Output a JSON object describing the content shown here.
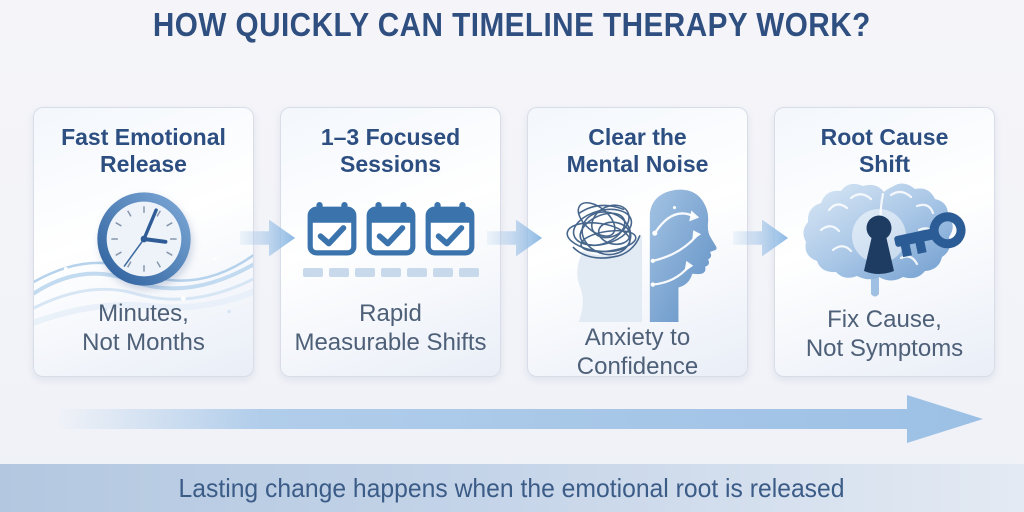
{
  "title": "HOW QUICKLY CAN TIMELINE THERAPY WORK?",
  "cards": [
    {
      "heading": "Fast Emotional\nRelease",
      "caption": "Minutes,\nNot Months",
      "icon": "clock-icon"
    },
    {
      "heading": "1–3 Focused\nSessions",
      "caption": "Rapid\nMeasurable Shifts",
      "icon": "calendar-check-icons"
    },
    {
      "heading": "Clear the\nMental Noise",
      "caption": "Anxiety to\nConfidence",
      "icon": "mind-clutter-to-clarity-icon"
    },
    {
      "heading": "Root Cause\nShift",
      "caption": "Fix Cause,\nNot Symptoms",
      "icon": "brain-key-icon"
    }
  ],
  "footer": {
    "text": "Lasting change happens when the emotional root is released"
  },
  "colors": {
    "background": "#f3f4f8",
    "title_text": "#2f4f80",
    "card_heading": "#2c4e80",
    "card_caption": "#4e6078",
    "arrow_blue": "#a3c6e8",
    "calendar_blue": "#3b74ad",
    "footer_band_left": "#b3c8e0",
    "footer_band_right": "#e4eaf3",
    "footer_text": "#3c5c88"
  }
}
